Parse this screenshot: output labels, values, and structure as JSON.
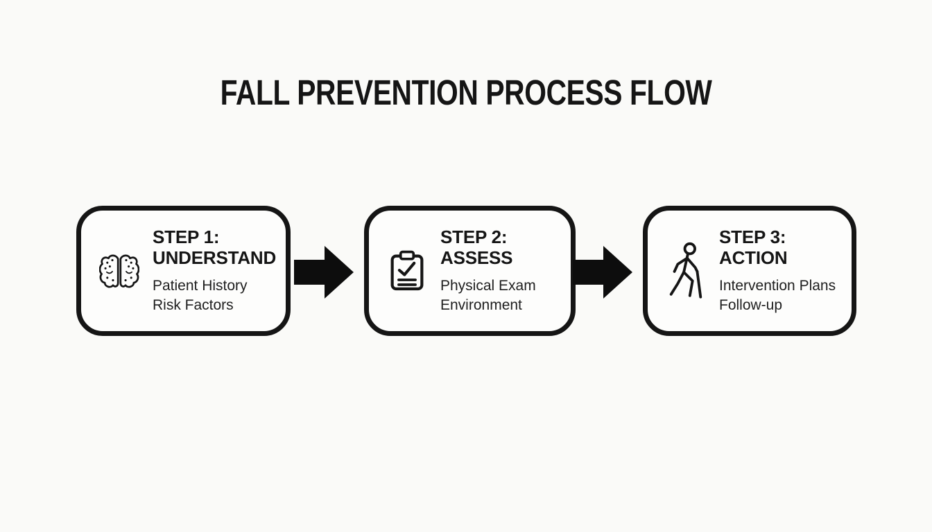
{
  "title": "FALL PREVENTION PROCESS FLOW",
  "colors": {
    "background": "#fafaf8",
    "box_bg": "#fdfdfc",
    "ink": "#151515",
    "arrow": "#0d0d0d"
  },
  "steps": [
    {
      "icon": "brain-icon",
      "heading_line1": "STEP 1:",
      "heading_line2": "UNDERSTAND",
      "details": [
        "Patient History",
        "Risk Factors"
      ]
    },
    {
      "icon": "clipboard-check-icon",
      "heading_line1": "STEP 2:",
      "heading_line2": "ASSESS",
      "details": [
        "Physical Exam",
        "Environment"
      ]
    },
    {
      "icon": "person-walking-cane-icon",
      "heading_line1": "STEP 3:",
      "heading_line2": "ACTION",
      "details": [
        "Intervention Plans",
        "Follow-up"
      ]
    }
  ],
  "connectors": [
    {
      "type": "arrow-right"
    },
    {
      "type": "arrow-right"
    }
  ]
}
